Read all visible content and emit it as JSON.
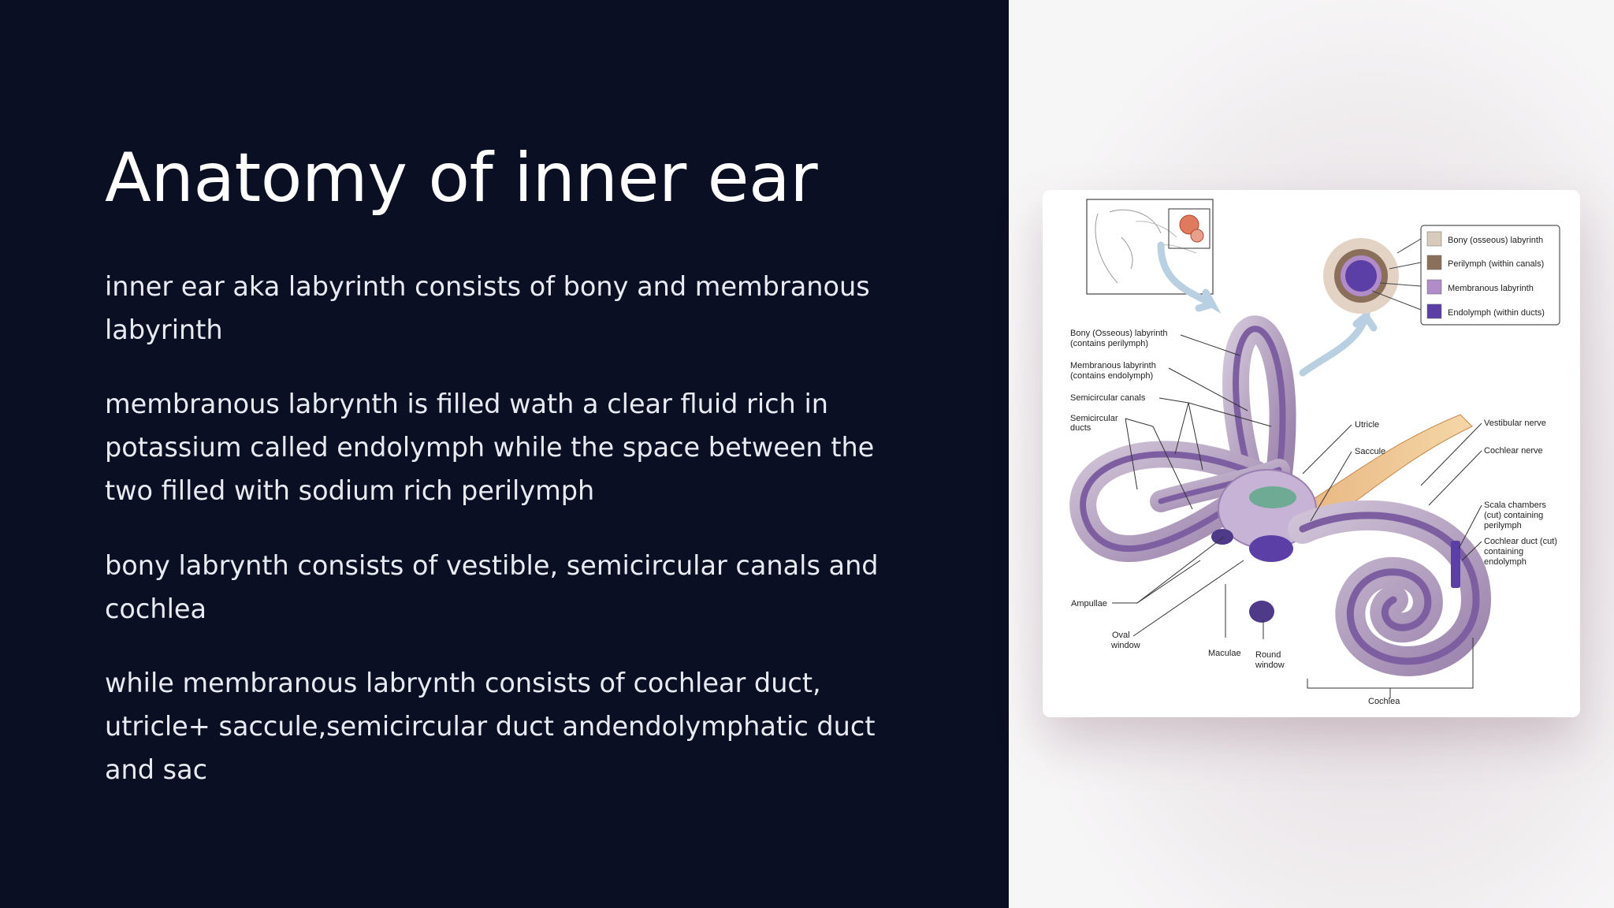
{
  "slide": {
    "title": "Anatomy of inner ear",
    "paragraphs": [
      "inner ear aka labyrinth consists of bony and membranous labyrinth",
      "membranous labrynth is filled wath a clear fluid rich in potassium called endolymph while the space between the two filled with sodium rich perilymph",
      "bony labrynth consists of vestible, semicircular canals and cochlea",
      "while membranous labrynth consists of cochlear duct, utricle+ saccule,semicircular duct andendolymphatic duct and sac"
    ]
  },
  "figure": {
    "legend": [
      {
        "label": "Bony (osseous) labyrinth",
        "color": "#d8cbbb"
      },
      {
        "label": "Perilymph (within canals)",
        "color": "#8a6f5a"
      },
      {
        "label": "Membranous labyrinth",
        "color": "#b08cc8"
      },
      {
        "label": "Endolymph (within ducts)",
        "color": "#5b3fa6"
      }
    ],
    "labels": {
      "bony_1": "Bony (Osseous) labyrinth",
      "bony_2": "(contains perilymph)",
      "memb_1": "Membranous labyrinth",
      "memb_2": "(contains endolymph)",
      "semicircular_canals": "Semicircular canals",
      "semicircular_ducts_1": "Semicircular",
      "semicircular_ducts_2": "ducts",
      "utricle": "Utricle",
      "saccule": "Saccule",
      "vestibular_nerve": "Vestibular nerve",
      "cochlear_nerve": "Cochlear nerve",
      "scala_1": "Scala chambers",
      "scala_2": "(cut) containing",
      "scala_3": "perilymph",
      "cochlear_duct_1": "Cochlear duct (cut)",
      "cochlear_duct_2": "containing",
      "cochlear_duct_3": "endolymph",
      "ampullae": "Ampullae",
      "oval_1": "Oval",
      "oval_2": "window",
      "maculae": "Maculae",
      "round_1": "Round",
      "round_2": "window",
      "cochlea": "Cochlea"
    }
  }
}
